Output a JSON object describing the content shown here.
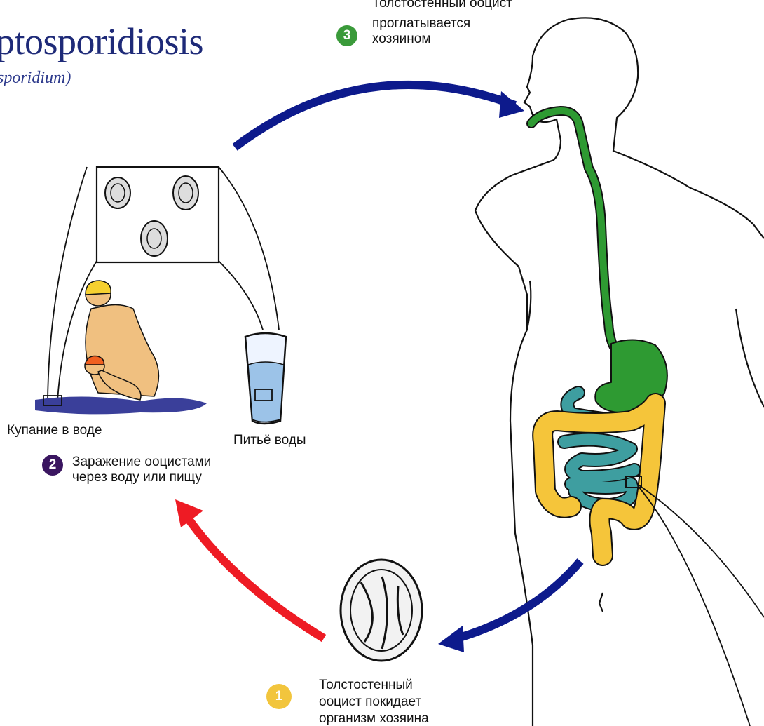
{
  "title": "ptosporidiosis",
  "subtitle": "sporidium)",
  "steps": [
    {
      "number": "1",
      "line1": "Толстостенный",
      "line2": "ооцист покидает",
      "line3": "организм хозяина",
      "color": "#f2c53d"
    },
    {
      "number": "2",
      "line1": "Заражение ооцистами",
      "line2": "через воду или пищу",
      "color": "#3a1560"
    },
    {
      "number": "3",
      "line1": "Толстостенный ооцист",
      "line2": "проглатывается",
      "line3": "хозяином",
      "color": "#3a9a3a"
    }
  ],
  "labels": {
    "swimming": "Купание в воде",
    "drinking": "Питьё воды"
  },
  "colors": {
    "arrow_blue": "#0d1a8c",
    "arrow_red": "#ee1b24",
    "digestive_green": "#2e9a32",
    "small_intestine": "#3e9ea0",
    "large_intestine": "#f5c53a"
  }
}
